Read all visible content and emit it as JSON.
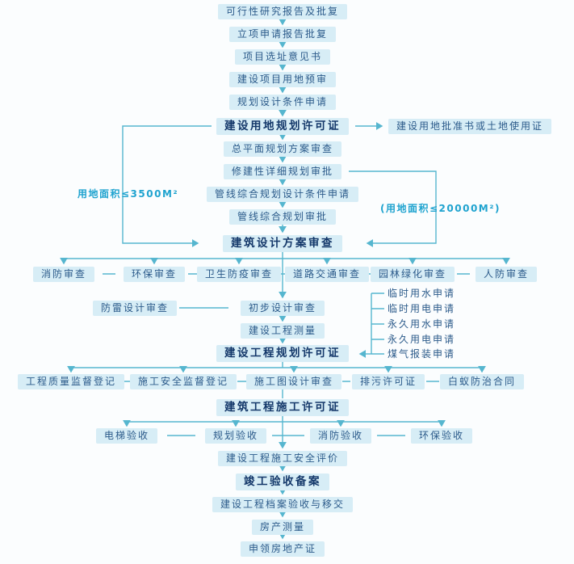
{
  "diagram": {
    "chain_top": [
      "可行性研究报告及批复",
      "立项申请报告批复",
      "项目选址意见书",
      "建设项目用地预审",
      "规划设计条件申请"
    ],
    "land_use_permit": "建设用地规划许可证",
    "land_approval_cert": "建设用地批准书或土地使用证",
    "chain_mid": [
      "总平面规划方案审查",
      "修建性详细规划审批",
      "管线综合规划设计条件申请",
      "管线综合规划审批"
    ],
    "design_scheme_review": "建筑设计方案审查",
    "annotation_left": "用地面积≤3500M²",
    "annotation_right": "(用地面积≤20000M²)",
    "review_row": [
      "消防审查",
      "环保审查",
      "卫生防疫审查",
      "道路交通审查",
      "园林绿化审查",
      "人防审查"
    ],
    "lightning_review": "防雷设计审查",
    "chain_design": [
      "初步设计审查",
      "建设工程测量"
    ],
    "planning_permit": "建设工程规划许可证",
    "utilities": [
      "临时用水申请",
      "临时用电申请",
      "永久用水申请",
      "永久用电申请",
      "煤气报装申请"
    ],
    "registration_row": [
      "工程质量监督登记",
      "施工安全监督登记",
      "施工图设计审查",
      "排污许可证",
      "白蚁防治合同"
    ],
    "construction_permit": "建筑工程施工许可证",
    "acceptance_row": [
      "电梯验收",
      "规划验收",
      "消防验收",
      "环保验收"
    ],
    "chain_bottom": [
      "建设工程施工安全评价",
      "竣工验收备案",
      "建设工程档案验收与移交",
      "房产测量",
      "申领房地产证"
    ]
  },
  "colors": {
    "box_fill": "#d7edf6",
    "box_text": "#2b5a8a",
    "bold_text": "#14386a",
    "line": "#56b6cf",
    "annotation": "#1fa3cf",
    "background": "#fbfdfe"
  }
}
